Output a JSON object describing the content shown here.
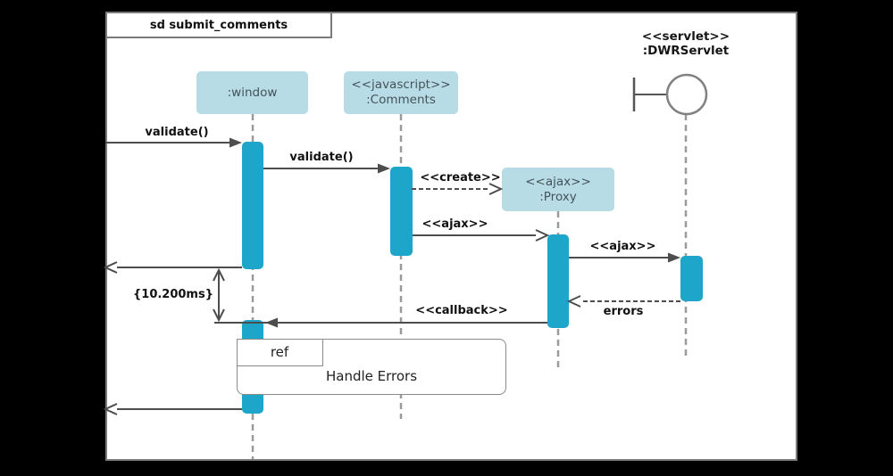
{
  "frame": {
    "title": "sd submit_comments"
  },
  "lifelines": [
    {
      "id": "window",
      "stereotype": "",
      "label": ":window"
    },
    {
      "id": "comments",
      "stereotype": "<<javascript>>",
      "label": ":Comments"
    },
    {
      "id": "proxy",
      "stereotype": "<<ajax>>",
      "label": ":Proxy"
    },
    {
      "id": "dwrservlet",
      "stereotype": "<<servlet>>",
      "label": ":DWRServlet"
    }
  ],
  "messages": [
    {
      "id": "validate-to-window",
      "label": "validate()",
      "kind": "sync"
    },
    {
      "id": "validate-to-comments",
      "label": "validate()",
      "kind": "sync"
    },
    {
      "id": "create-proxy",
      "label": "<<create>>",
      "kind": "create"
    },
    {
      "id": "ajax-to-proxy",
      "label": "<<ajax>>",
      "kind": "async"
    },
    {
      "id": "ajax-to-servlet",
      "label": "<<ajax>>",
      "kind": "sync"
    },
    {
      "id": "errors-return",
      "label": "errors",
      "kind": "return"
    },
    {
      "id": "callback-to-window",
      "label": "<<callback>>",
      "kind": "sync"
    }
  ],
  "duration_constraint": "{10.200ms}",
  "ref_fragment": {
    "tag": "ref",
    "label": "Handle Errors"
  },
  "colors": {
    "activation": "#1da6c9",
    "lifeline_head_fill": "#b8dce6",
    "message_line": "#4d4d4d",
    "lifeline_dash": "#9a9a9a",
    "frame_border": "#7b7b7b",
    "background": "#000000"
  }
}
